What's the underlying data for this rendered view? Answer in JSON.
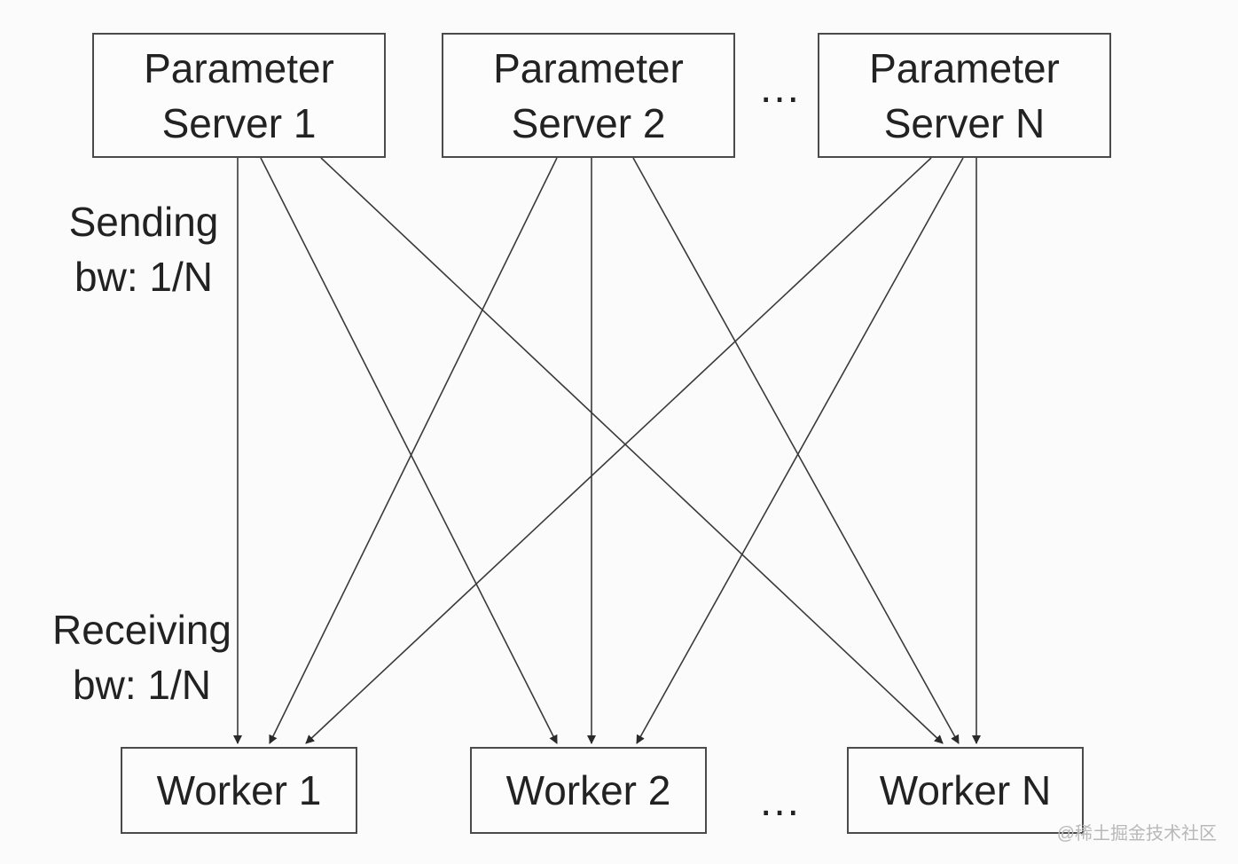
{
  "servers": [
    {
      "id": "ps1",
      "line1": "Parameter",
      "line2": "Server 1"
    },
    {
      "id": "ps2",
      "line1": "Parameter",
      "line2": "Server 2"
    },
    {
      "id": "psn",
      "line1": "Parameter",
      "line2": "Server N"
    }
  ],
  "workers": [
    {
      "id": "w1",
      "label": "Worker 1"
    },
    {
      "id": "w2",
      "label": "Worker 2"
    },
    {
      "id": "wn",
      "label": "Worker N"
    }
  ],
  "sending": {
    "line1": "Sending",
    "line2": "bw: 1/N"
  },
  "receiving": {
    "line1": "Receiving",
    "line2": "bw: 1/N"
  },
  "ellipsis": {
    "top": "...",
    "bottom": "..."
  },
  "watermark": "@稀土掘金技术社区",
  "edges": [
    {
      "from": "ps1",
      "to": "w1"
    },
    {
      "from": "ps1",
      "to": "w2"
    },
    {
      "from": "ps1",
      "to": "wn"
    },
    {
      "from": "ps2",
      "to": "w1"
    },
    {
      "from": "ps2",
      "to": "w2"
    },
    {
      "from": "ps2",
      "to": "wn"
    },
    {
      "from": "psn",
      "to": "w1"
    },
    {
      "from": "psn",
      "to": "w2"
    },
    {
      "from": "psn",
      "to": "wn"
    }
  ],
  "colors": {
    "line": "#3a3a3a",
    "text": "#222222",
    "box_border": "#4a4a4a"
  }
}
